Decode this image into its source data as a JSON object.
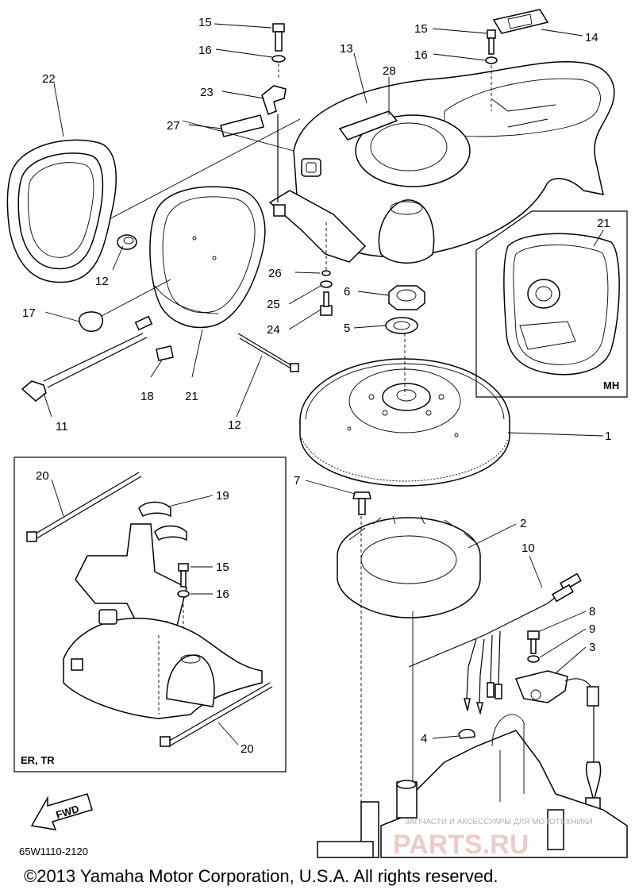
{
  "callouts": {
    "c1": "1",
    "c2": "2",
    "c3": "3",
    "c4": "4",
    "c5": "5",
    "c6": "6",
    "c7": "7",
    "c8": "8",
    "c9": "9",
    "c10": "10",
    "c11": "11",
    "c12a": "12",
    "c12b": "12",
    "c13": "13",
    "c14": "14",
    "c15a": "15",
    "c15b": "15",
    "c15c": "15",
    "c16a": "16",
    "c16b": "16",
    "c16c": "16",
    "c17": "17",
    "c18": "18",
    "c19": "19",
    "c20a": "20",
    "c20b": "20",
    "c21a": "21",
    "c21b": "21",
    "c22": "22",
    "c23": "23",
    "c24": "24",
    "c25": "25",
    "c26": "26",
    "c27": "27",
    "c28": "28"
  },
  "inset_mh_label": "MH",
  "inset_ertr_label": "ER, TR",
  "fwd_label": "FWD",
  "diagram_code": "65W1110-2120",
  "copyright": "©2013 Yamaha Motor Corporation, U.S.A. All rights reserved.",
  "watermark_text": "ЗАПЧАСТИ И АКСЕССУАРЫ ДЛЯ МОТОТЕХНИКИ",
  "watermark_logo": "PARTS.RU"
}
